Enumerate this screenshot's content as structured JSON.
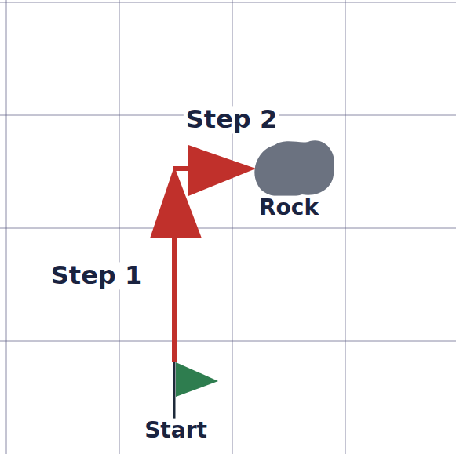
{
  "diagram": {
    "labels": [
      "Step 2",
      "Step 1",
      "Rock",
      "Start"
    ]
  }
}
